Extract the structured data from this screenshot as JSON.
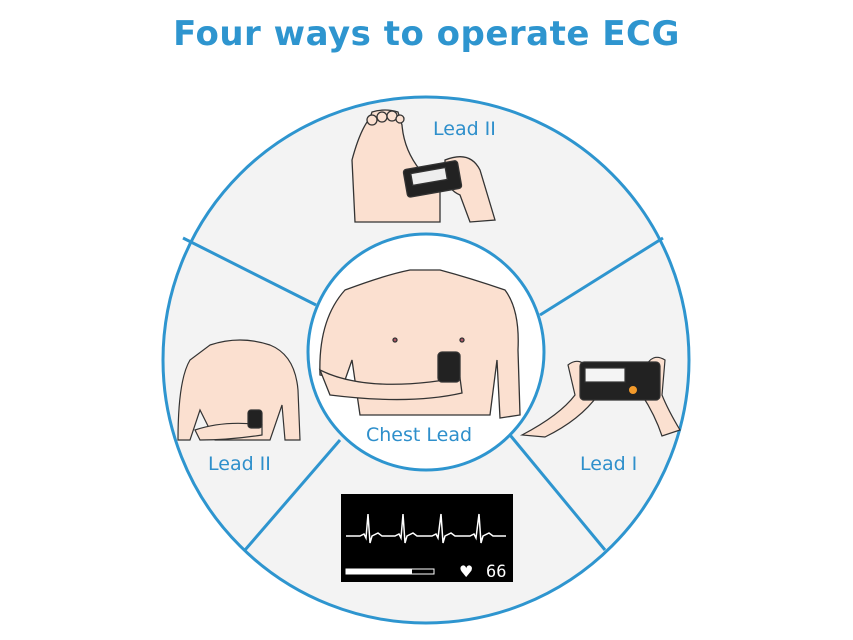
{
  "title": "Four ways to operate ECG",
  "sections": {
    "top": {
      "label": "Lead II"
    },
    "left": {
      "label": "Lead II"
    },
    "right": {
      "label": "Lead I"
    },
    "center": {
      "label": "Chest Lead"
    }
  },
  "monitor": {
    "heart_rate": "66",
    "progress": 0.75
  },
  "colors": {
    "accent": "#2e95cf",
    "sector_bg": "#f3f3f3",
    "skin": "#fbe0d0"
  }
}
